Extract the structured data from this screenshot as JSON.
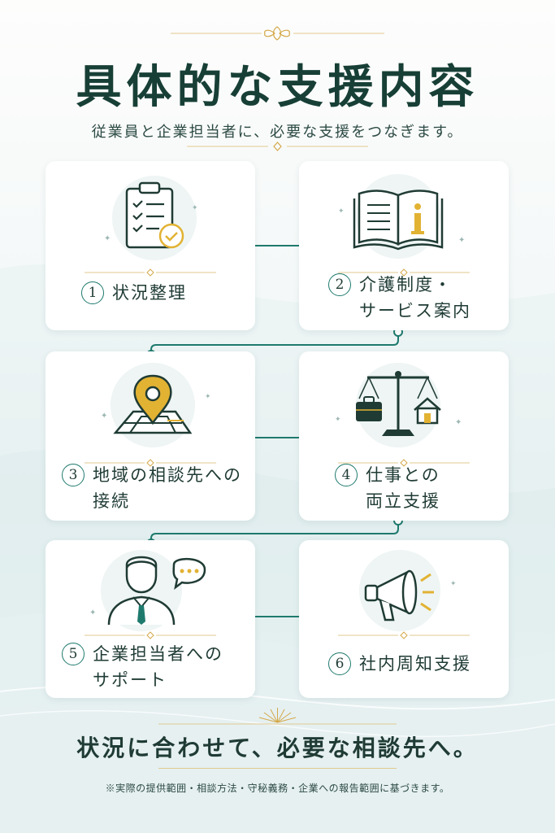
{
  "header": {
    "title": "具体的な支援内容",
    "subtitle": "従業員と企業担当者に、必要な支援をつなぎます。"
  },
  "cards": [
    {
      "number": "1",
      "lines": [
        "状況整理"
      ],
      "icon": "clipboard-check-icon"
    },
    {
      "number": "2",
      "lines": [
        "介護制度・",
        "サービス案内"
      ],
      "icon": "info-book-icon"
    },
    {
      "number": "3",
      "lines": [
        "地域の相談先への",
        "接続"
      ],
      "icon": "map-pin-icon"
    },
    {
      "number": "4",
      "lines": [
        "仕事との",
        "両立支援"
      ],
      "icon": "balance-scale-icon"
    },
    {
      "number": "5",
      "lines": [
        "企業担当者への",
        "サポート"
      ],
      "icon": "businessman-chat-icon"
    },
    {
      "number": "6",
      "lines": [
        "社内周知支援"
      ],
      "icon": "megaphone-icon"
    }
  ],
  "footer": {
    "tagline": "状況に合わせて、必要な相談先へ。",
    "note": "※実際の提供範囲・相談方法・守秘義務・企業への報告範囲に基づきます。"
  },
  "colors": {
    "primary": "#173f36",
    "teal": "#1f7a6e",
    "gold": "#e2b233",
    "gold_line": "#e1c98f"
  }
}
